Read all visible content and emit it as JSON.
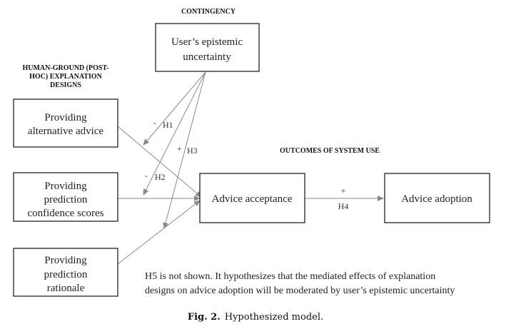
{
  "headings": {
    "contingency": "CONTINGENCY",
    "designs": [
      "HUMAN-GROUND (POST-",
      "HOC) EXPLANATION",
      "DESIGNS"
    ],
    "outcomes": "OUTCOMES OF SYSTEM USE"
  },
  "boxes": {
    "uncertainty": [
      "User’s epistemic",
      "uncertainty"
    ],
    "alternative": [
      "Providing",
      "alternative advice"
    ],
    "confidence": [
      "Providing",
      "prediction",
      "confidence scores"
    ],
    "rationale": [
      "Providing",
      "prediction",
      "rationale"
    ],
    "acceptance": [
      "Advice acceptance"
    ],
    "adoption": [
      "Advice adoption"
    ]
  },
  "hypotheses": {
    "h1": {
      "sign": "-",
      "label": "H1"
    },
    "h2": {
      "sign": "-",
      "label": "H2"
    },
    "h3": {
      "sign": "+",
      "label": "H3"
    },
    "h4": {
      "sign": "+",
      "label": "H4"
    }
  },
  "note": [
    "H5 is not shown. It hypothesizes that the mediated effects of explanation",
    "designs on advice adoption will be moderated by user’s epistemic uncertainty"
  ],
  "caption": {
    "fig": "Fig. 2.",
    "text": "Hypothesized model."
  },
  "colors": {
    "box_stroke": "#222222",
    "arrow": "#8a8a8a"
  }
}
